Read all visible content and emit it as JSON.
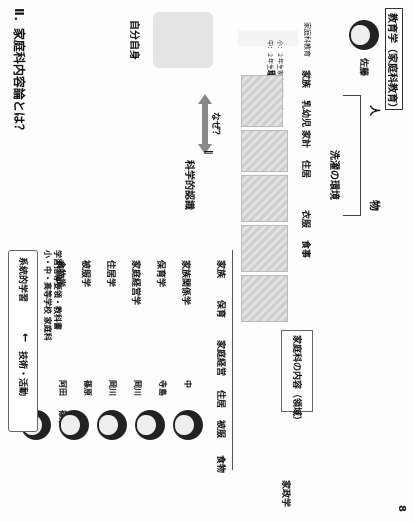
{
  "page_number": "8",
  "section_title": "Ⅱ．家庭科内容論とは？",
  "top_label": "教育学（家庭科教育）",
  "top_name": "佐藤",
  "left": {
    "self": "自分自身",
    "env": "環境",
    "why": "なぜ？",
    "equals": "∥",
    "sci": "科学的認識",
    "note_title": "家庭科教育",
    "note_line1": "小：２年生家庭科教育研究",
    "note_line2": "中：２年生家庭科教育研究"
  },
  "tree": {
    "center": "洗濯の環境",
    "hito": "人",
    "mono": "物",
    "kazoku": "家族",
    "nyuyoji": "乳幼児",
    "kakei": "家計",
    "jukyo": "住居",
    "ifuku": "衣服",
    "shokuji": "食事"
  },
  "content_header": "家庭科の内容（領域）",
  "content_items": [
    "家族",
    "保育",
    "家庭経営",
    "住居",
    "被服",
    "食物"
  ],
  "rows": [
    {
      "field": "家族関係学",
      "names": [
        "中"
      ]
    },
    {
      "field": "保育学",
      "names": [
        "寺島"
      ]
    },
    {
      "field": "家庭経営学",
      "names": [
        "岡川"
      ]
    },
    {
      "field": "住居学",
      "names": [
        "岡川"
      ]
    },
    {
      "field": "被服学",
      "names": [
        "篠原"
      ]
    },
    {
      "field": "食物学",
      "names": [
        "阿田",
        "篠原"
      ]
    }
  ],
  "right_vertical": "家政学",
  "bottom": {
    "system": "系統的学習",
    "arrow": "←",
    "practice": "技術・活動",
    "guide": "小・中・高等学校 家庭科",
    "guide2": "学習指導要領・教科書"
  }
}
